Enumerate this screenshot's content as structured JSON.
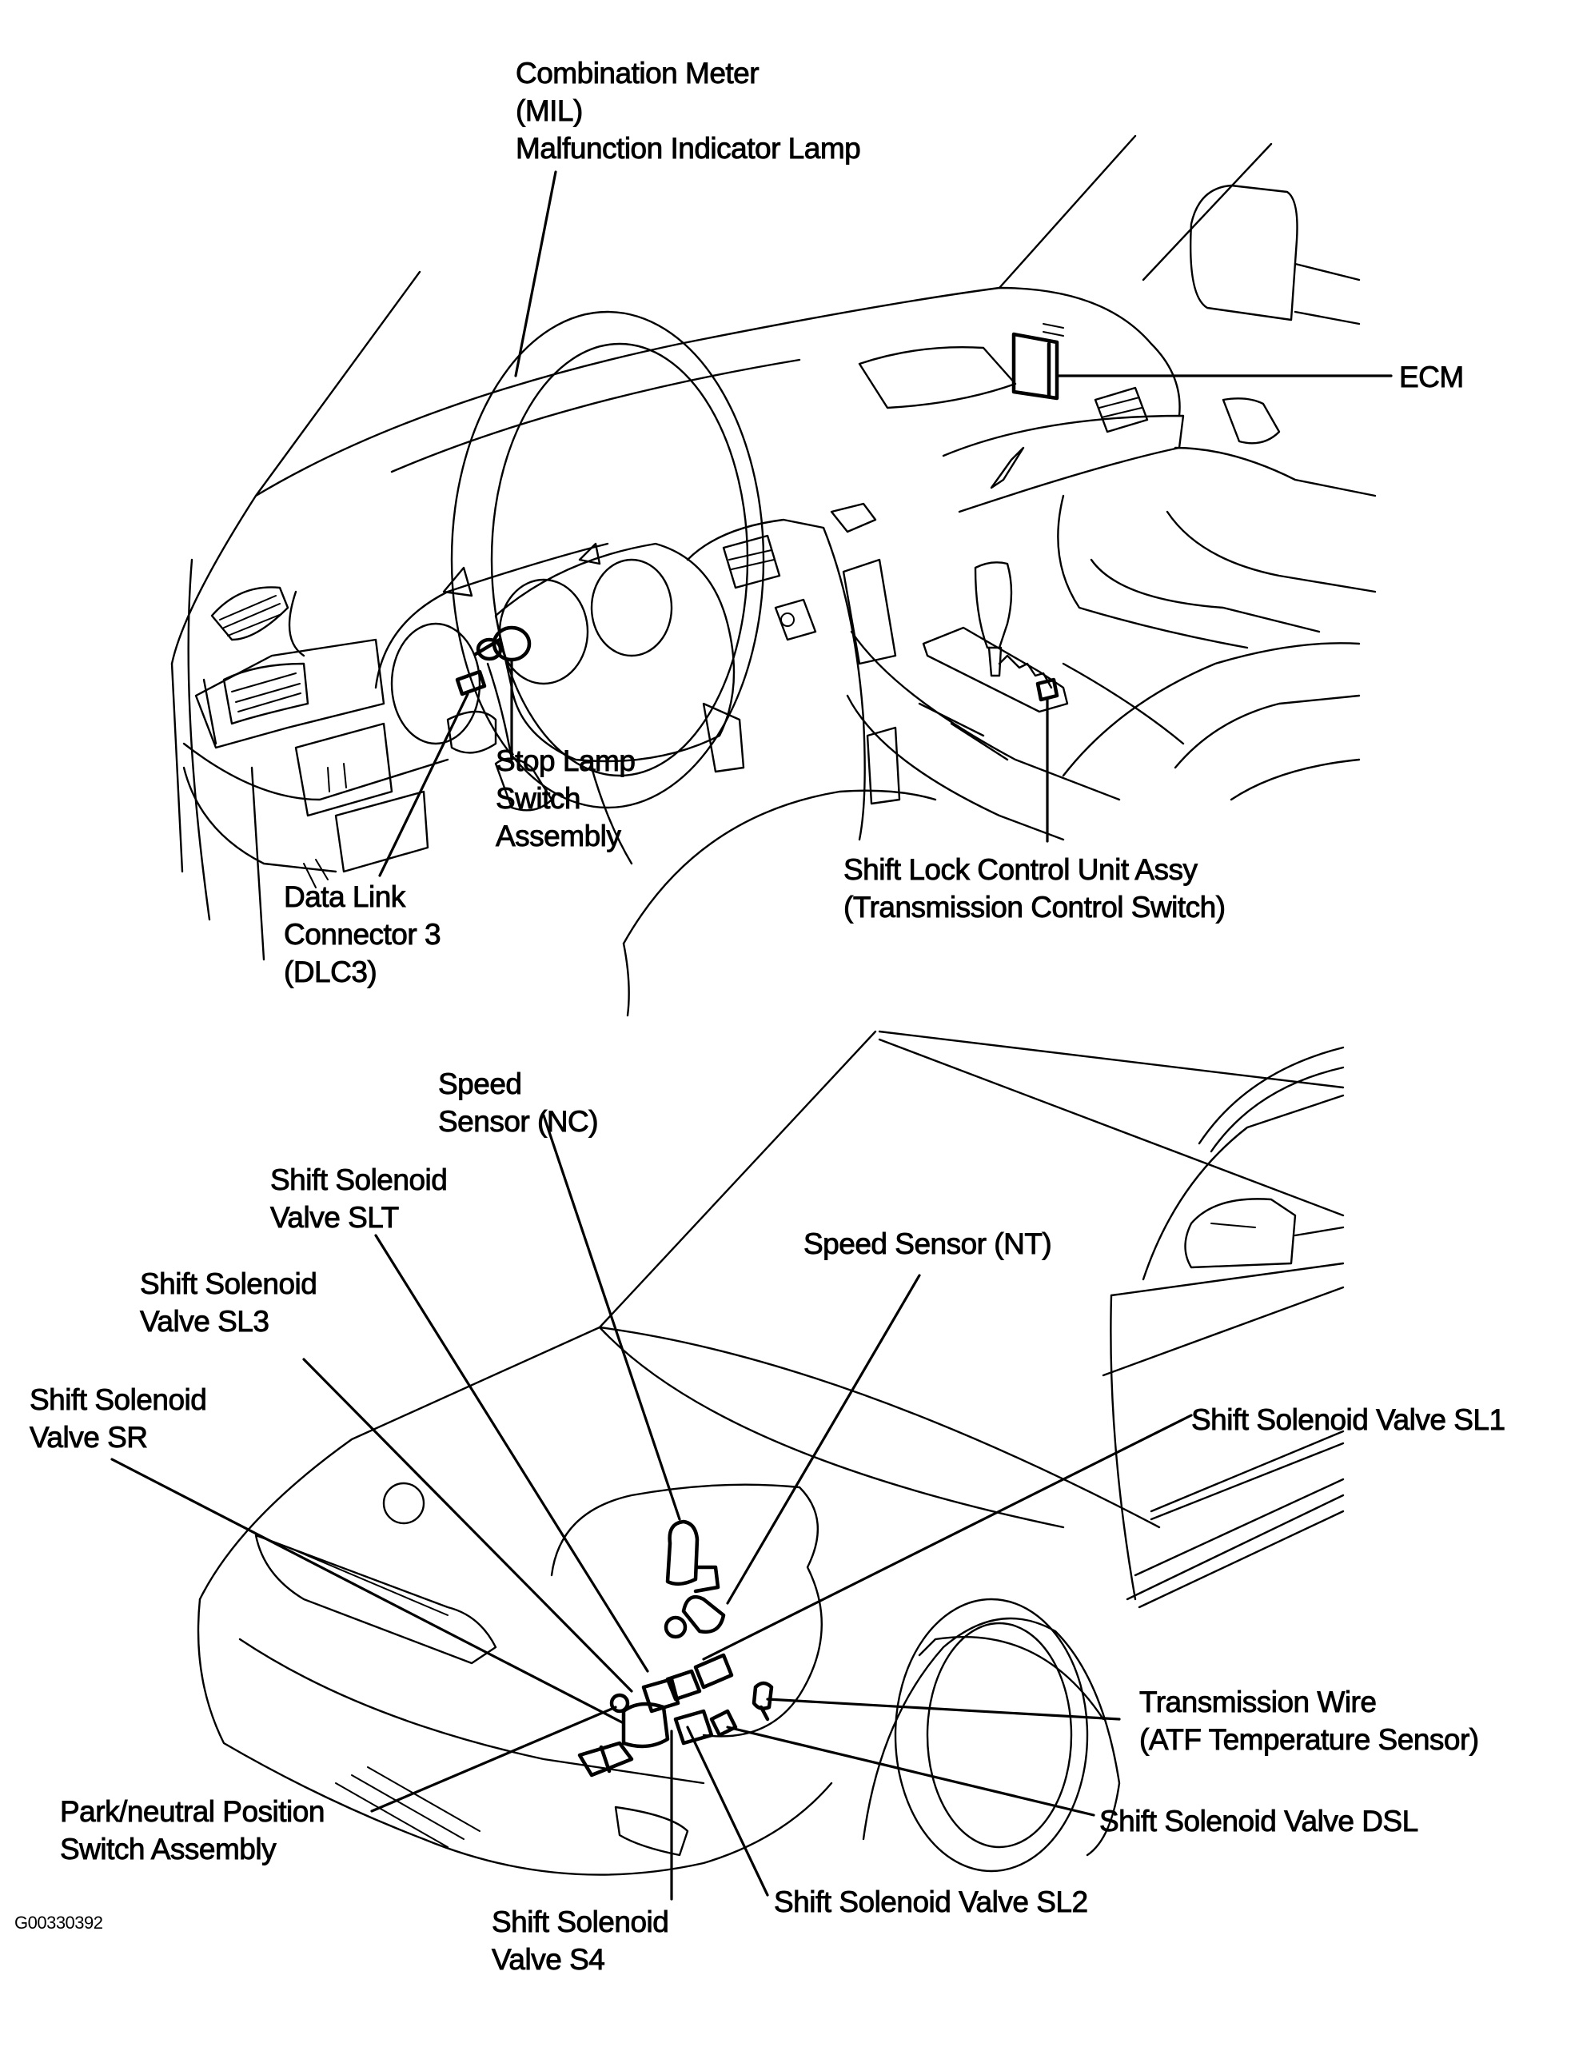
{
  "figure": {
    "id": "G00330392",
    "description": "Component location diagram: dashboard interior (top) and vehicle front/transmission area (bottom)"
  },
  "panels": [
    {
      "name": "interior",
      "callouts": [
        {
          "id": "combination-meter",
          "lines": [
            "Combination Meter",
            "(MIL)",
            "Malfunction Indicator Lamp"
          ]
        },
        {
          "id": "ecm",
          "lines": [
            "ECM"
          ]
        },
        {
          "id": "stop-lamp-switch",
          "lines": [
            "Stop Lamp",
            "Switch",
            "Assembly"
          ]
        },
        {
          "id": "dlc3",
          "lines": [
            "Data Link",
            "Connector 3",
            "(DLC3)"
          ]
        },
        {
          "id": "shift-lock-control",
          "lines": [
            "Shift Lock Control Unit Assy",
            "(Transmission Control Switch)"
          ]
        }
      ]
    },
    {
      "name": "transmission",
      "callouts": [
        {
          "id": "speed-sensor-nc",
          "lines": [
            "Speed",
            "Sensor (NC)"
          ]
        },
        {
          "id": "solenoid-slt",
          "lines": [
            "Shift Solenoid",
            "Valve SLT"
          ]
        },
        {
          "id": "speed-sensor-nt",
          "lines": [
            "Speed Sensor (NT)"
          ]
        },
        {
          "id": "solenoid-sl3",
          "lines": [
            "Shift Solenoid",
            "Valve SL3"
          ]
        },
        {
          "id": "solenoid-sr",
          "lines": [
            "Shift Solenoid",
            "Valve SR"
          ]
        },
        {
          "id": "solenoid-sl1",
          "lines": [
            "Shift Solenoid Valve SL1"
          ]
        },
        {
          "id": "transmission-wire",
          "lines": [
            "Transmission Wire",
            "(ATF Temperature Sensor)"
          ]
        },
        {
          "id": "park-neutral-switch",
          "lines": [
            "Park/neutral Position",
            "Switch Assembly"
          ]
        },
        {
          "id": "solenoid-dsl",
          "lines": [
            "Shift Solenoid Valve DSL"
          ]
        },
        {
          "id": "solenoid-s4",
          "lines": [
            "Shift Solenoid",
            "Valve S4"
          ]
        },
        {
          "id": "solenoid-sl2",
          "lines": [
            "Shift Solenoid Valve SL2"
          ]
        }
      ]
    }
  ]
}
